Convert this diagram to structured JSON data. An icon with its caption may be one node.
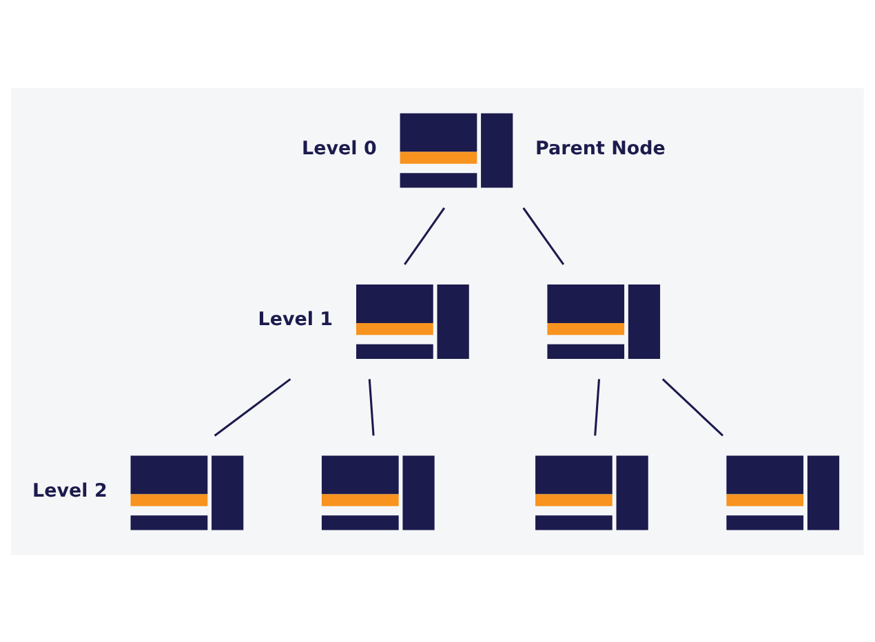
{
  "diagram": {
    "nodes": [
      {
        "text": [],
        "shape": "picture",
        "beside": [
          "Level 0",
          "Parent Node"
        ]
      },
      {
        "text": [],
        "shape": "picture",
        "beside": [
          "Level 1"
        ]
      },
      {
        "text": [],
        "shape": "picture"
      },
      {
        "text": [],
        "shape": "picture",
        "beside": [
          "Level 2"
        ]
      },
      {
        "text": [],
        "shape": "picture"
      },
      {
        "text": [],
        "shape": "picture"
      },
      {
        "text": [],
        "shape": "picture"
      }
    ],
    "edges": [
      {
        "from": 0,
        "to": 1,
        "arrow": "none"
      },
      {
        "from": 0,
        "to": 2,
        "arrow": "none"
      },
      {
        "from": 1,
        "to": 3,
        "arrow": "none"
      },
      {
        "from": 1,
        "to": 4,
        "arrow": "none"
      },
      {
        "from": 2,
        "to": 5,
        "arrow": "none"
      },
      {
        "from": 2,
        "to": 6,
        "arrow": "none"
      }
    ]
  }
}
